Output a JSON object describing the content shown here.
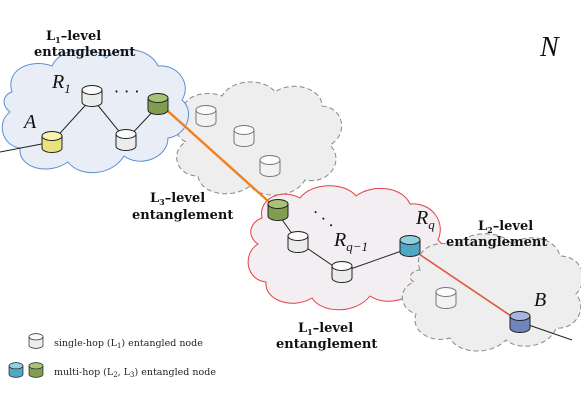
{
  "network_label": "N",
  "clouds": {
    "l1_top": {
      "line1": "L",
      "sub": "1",
      "line1_rest": "–level",
      "line2": "entanglement"
    },
    "l3": {
      "line1": "L",
      "sub": "3",
      "line1_rest": "–level",
      "line2": "entanglement"
    },
    "l2": {
      "line1": "L",
      "sub": "2",
      "line1_rest": "–level",
      "line2": "entanglement"
    },
    "l1_bottom": {
      "line1": "L",
      "sub": "1",
      "line1_rest": "–level",
      "line2": "entanglement"
    }
  },
  "nodes": {
    "A": "A",
    "B": "B",
    "R1": "R",
    "R1_sub": "1",
    "Rq": "R",
    "Rq_sub": "q",
    "Rq1": "R",
    "Rq1_sub": "q−1",
    "dots_top": "· · ·",
    "dots_diag": "· · ·"
  },
  "legend": {
    "single_hop": "single-hop (L",
    "single_hop_sub": "1",
    "single_hop_end": ") entangled node",
    "multi_hop": "multi-hop (L",
    "multi_hop_sub1": "2",
    "multi_hop_mid": ", L",
    "multi_hop_sub2": "3",
    "multi_hop_end": ") entangled node"
  },
  "colors": {
    "blue_cloud_fill": "#e8edf6",
    "blue_cloud_stroke": "#5b8fd4",
    "red_cloud_fill": "#f2eef2",
    "red_cloud_stroke": "#e04040",
    "grey_cloud_fill": "#eeeeee",
    "grey_cloud_stroke": "#888888",
    "node_white": "#f4f4f4",
    "node_green": "#8aa85a",
    "node_yellow": "#f0ee9a",
    "node_cyan": "#5fb8d0",
    "node_blue": "#7f95c8",
    "l3_link": "#f08020",
    "l2_link": "#e05a40"
  }
}
